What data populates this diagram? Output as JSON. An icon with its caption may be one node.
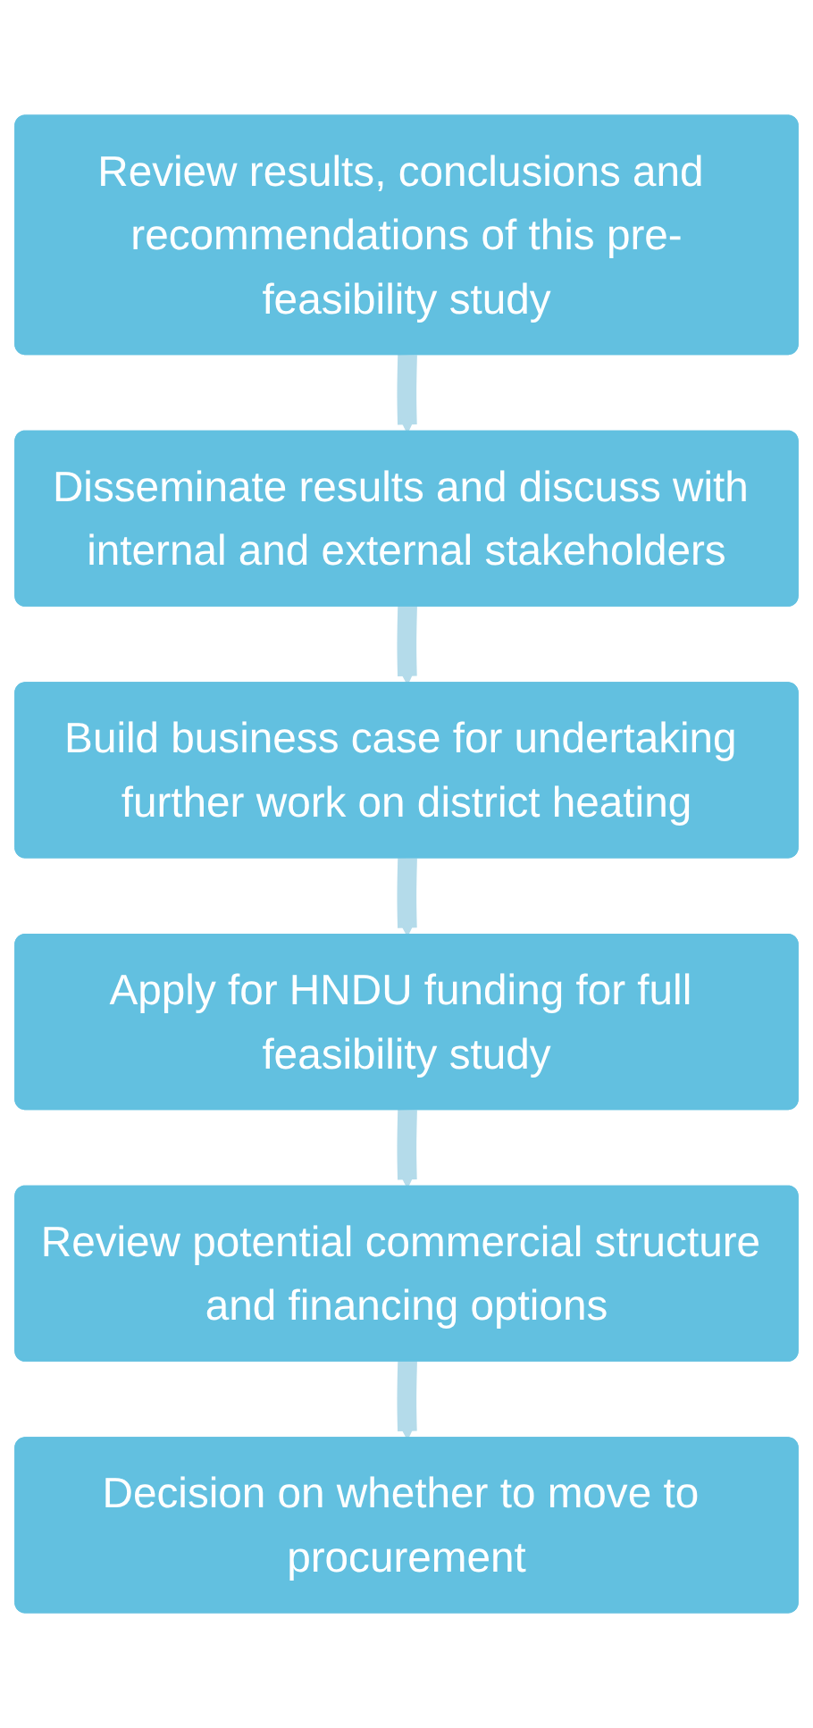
{
  "diagram": {
    "nodes": [
      {
        "text": [
          "Review results, conclusions and recommendations of this pre-feasibility study"
        ]
      },
      {
        "text": [
          "Disseminate results and discuss with internal and external stakeholders"
        ]
      },
      {
        "text": [
          "Build business case for undertaking further work on district heating"
        ]
      },
      {
        "text": [
          "Apply for HNDU funding for full feasibility study"
        ]
      },
      {
        "text": [
          "Review potential commercial structure and financing options"
        ]
      },
      {
        "text": [
          "Decision on whether to move to procurement"
        ]
      }
    ],
    "edges": [
      {
        "from": 0,
        "to": 1,
        "arrow": "to"
      },
      {
        "from": 1,
        "to": 2,
        "arrow": "to"
      },
      {
        "from": 2,
        "to": 3,
        "arrow": "to"
      },
      {
        "from": 3,
        "to": 4,
        "arrow": "to"
      },
      {
        "from": 4,
        "to": 5,
        "arrow": "to"
      }
    ]
  }
}
